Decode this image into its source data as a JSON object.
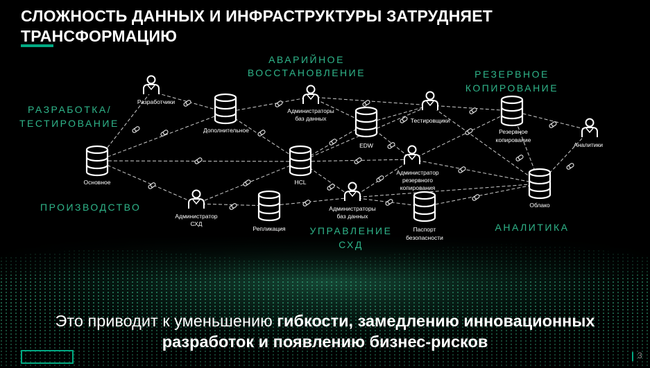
{
  "slide": {
    "title_line1": "СЛОЖНОСТЬ ДАННЫХ И ИНФРАСТРУКТУРЫ ЗАТРУДНЯЕТ",
    "title_line2": "ТРАНСФОРМАЦИЮ",
    "page_number": "3",
    "accent_color": "#01a982"
  },
  "categories": {
    "dev_test_1": "РАЗРАБОТКА/",
    "dev_test_2": "ТЕСТИРОВАНИЕ",
    "dr_1": "АВАРИЙНОЕ",
    "dr_2": "ВОССТАНОВЛЕНИЕ",
    "backup_1": "РЕЗЕРВНОЕ",
    "backup_2": "КОПИРОВАНИЕ",
    "production": "ПРОИЗВОДСТВО",
    "storage_1": "УПРАВЛЕНИЕ",
    "storage_2": "СХД",
    "analytics": "АНАЛИТИКА"
  },
  "nodes": {
    "developers": "Разработчики",
    "secondary": "Дополнительное",
    "dba_top_1": "Администраторы",
    "dba_top_2": "баз данных",
    "edw": "EDW",
    "testers": "Тестировщики",
    "backup_1": "Резервное",
    "backup_2": "копирование",
    "analysts": "Аналитики",
    "primary": "Основное",
    "hcl": "HCL",
    "backup_admin_1": "Администратор",
    "backup_admin_2": "резервного",
    "backup_admin_3": "копирования",
    "cloud": "Облако",
    "storage_admin_1": "Администратор",
    "storage_admin_2": "СХД",
    "replication": "Репликация",
    "dba_bottom_1": "Администраторы",
    "dba_bottom_2": "баз данных",
    "passport_1": "Паспорт",
    "passport_2": "безопасности"
  },
  "footer": {
    "line1_normal": "Это приводит к уменьшению ",
    "line1_bold": "гибкости, замедлению инновационных",
    "line2_bold": "разработок и появлению бизнес-рисков"
  }
}
